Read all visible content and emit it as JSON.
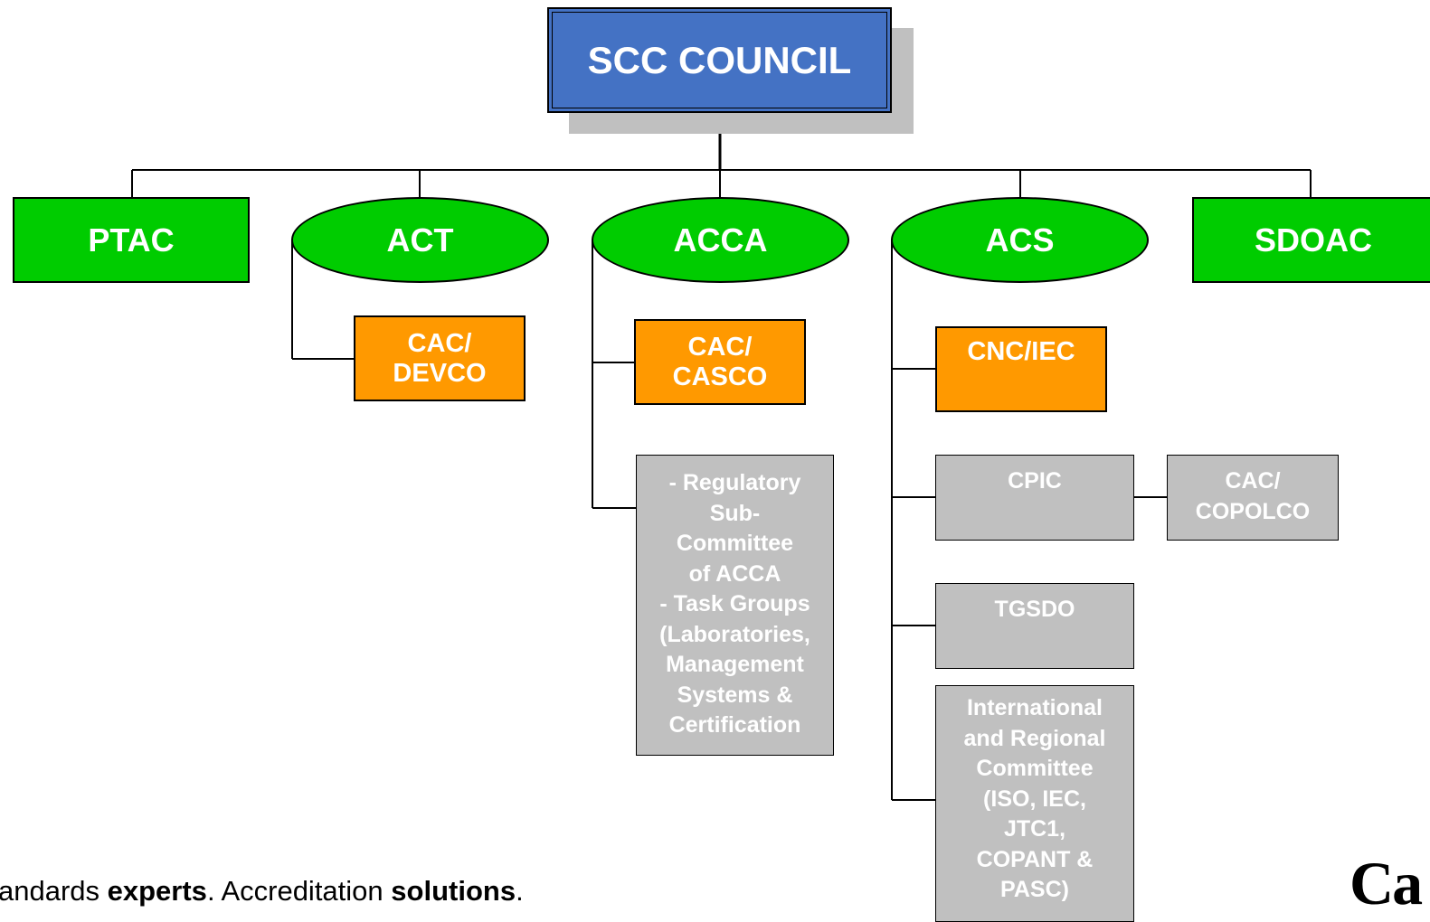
{
  "council": {
    "label": "SCC COUNCIL"
  },
  "advisory": {
    "ptac": "PTAC",
    "act": "ACT",
    "acca": "ACCA",
    "acs": "ACS",
    "sdoac": "SDOAC"
  },
  "act_children": {
    "cac_devco": "CAC/\nDEVCO"
  },
  "acca_children": {
    "cac_casco": "CAC/\nCASCO",
    "regulatory": "- Regulatory\nSub-\nCommittee\nof ACCA\n- Task Groups\n(Laboratories,\nManagement\nSystems &\nCertification"
  },
  "acs_children": {
    "cnc_iec": "CNC/IEC",
    "cpic": "CPIC",
    "tgsdo": "TGSDO",
    "international": "International\nand Regional\nCommittee\n(ISO, IEC,\nJTC1,\nCOPANT &\nPASC)"
  },
  "cpic_children": {
    "cac_copolco": "CAC/\nCOPOLCO"
  },
  "footer": {
    "tagline_part1": "andards ",
    "tagline_bold1": "experts",
    "tagline_part2": ". Accreditation ",
    "tagline_bold2": "solutions",
    "tagline_part3": ".",
    "wordmark": "Ca"
  },
  "colors": {
    "council": "#4472c4",
    "advisory": "#00cc00",
    "committee": "#ff9900",
    "subgroup": "#c0c0c0"
  }
}
